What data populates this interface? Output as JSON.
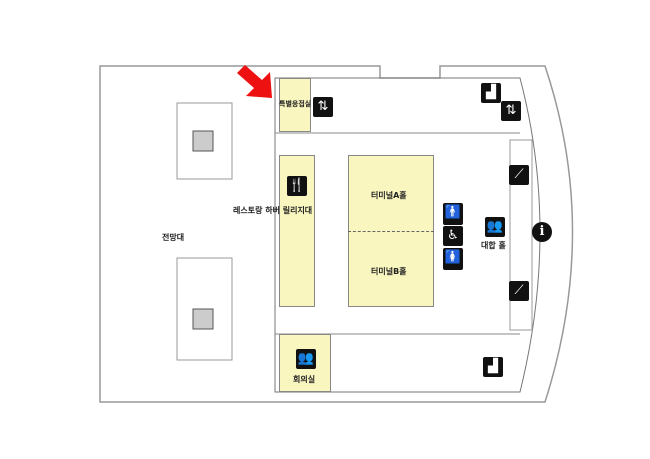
{
  "rooms": {
    "observatory": "전망대",
    "vip_reception": "특별응접실",
    "restaurant": "레스토랑 하버 릴리지대",
    "terminal_a": "터미널A홀",
    "terminal_b": "터미널B홀",
    "meeting_room": "회의실",
    "waiting_hall": "대합 홀"
  },
  "icons": {
    "info": "i",
    "restaurant": "🍴",
    "elevator": "⇅",
    "escalator": "⟋",
    "stairs": "▟",
    "men": "🚹",
    "women": "🚺",
    "wheelchair": "♿",
    "waiting": "👥",
    "meeting": "👥"
  },
  "colors": {
    "highlight": "#f9f6c0",
    "arrow": "#ee1111"
  }
}
